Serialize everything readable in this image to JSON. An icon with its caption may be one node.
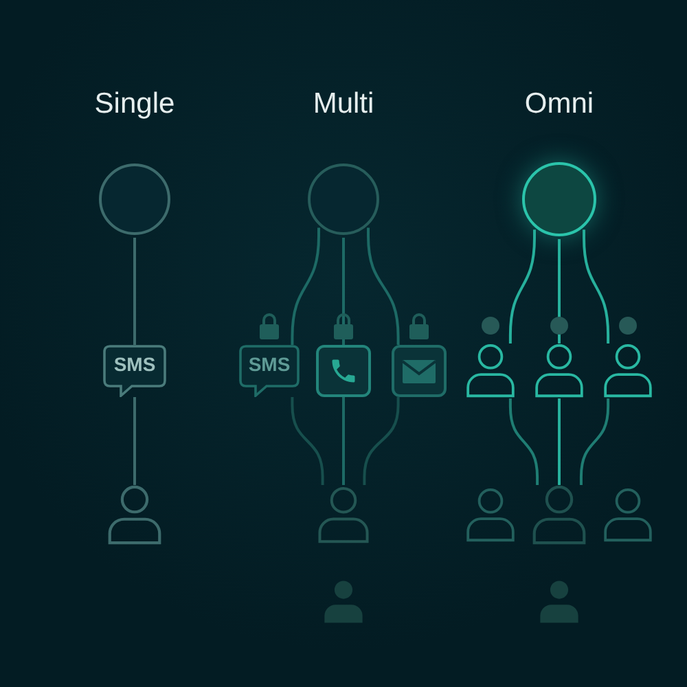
{
  "diagram": {
    "nodes": [
      {
        "text": [],
        "shape": "circle"
      },
      {
        "text": [
          "SMS"
        ]
      },
      {
        "text": [],
        "shape": "person"
      },
      {
        "text": [],
        "shape": "circle"
      },
      {
        "text": [
          "SMS"
        ]
      },
      {
        "text": [],
        "shape": "box"
      },
      {
        "text": [],
        "shape": "box"
      },
      {
        "text": [],
        "shape": "person"
      },
      {
        "text": [],
        "shape": "person"
      },
      {
        "text": [],
        "shape": "circle"
      },
      {
        "text": [],
        "shape": "person"
      },
      {
        "text": [],
        "shape": "person"
      },
      {
        "text": [],
        "shape": "person"
      },
      {
        "text": [],
        "shape": "person"
      },
      {
        "text": [],
        "shape": "person"
      },
      {
        "text": [],
        "shape": "person"
      },
      {
        "text": [],
        "shape": "person"
      }
    ],
    "edges": [
      {
        "from": 0,
        "to": 1,
        "arrow": "none",
        "color": "#3d6b6c"
      },
      {
        "from": 1,
        "to": 2,
        "arrow": "none",
        "color": "#3d6b6c"
      },
      {
        "from": 3,
        "to": 4,
        "arrow": "none",
        "color": "#1d6a65"
      },
      {
        "from": 3,
        "to": 5,
        "arrow": "none",
        "color": "#1d6a65"
      },
      {
        "from": 3,
        "to": 6,
        "arrow": "none",
        "color": "#1d6a65"
      },
      {
        "from": 4,
        "to": 7,
        "arrow": "none",
        "color": "#174f4d"
      },
      {
        "from": 5,
        "to": 7,
        "arrow": "none",
        "color": "#1d6a65"
      },
      {
        "from": 6,
        "to": 7,
        "arrow": "none",
        "color": "#174f4d"
      },
      {
        "from": 9,
        "to": 10,
        "arrow": "none",
        "color": "#27b09c"
      },
      {
        "from": 9,
        "to": 11,
        "arrow": "none",
        "color": "#27b09c"
      },
      {
        "from": 9,
        "to": 12,
        "arrow": "none",
        "color": "#27b09c"
      },
      {
        "from": 10,
        "to": 14,
        "arrow": "none",
        "color": "#1f7d73"
      },
      {
        "from": 11,
        "to": 14,
        "arrow": "none",
        "color": "#27b09c"
      },
      {
        "from": 12,
        "to": 14,
        "arrow": "none",
        "color": "#1f7d73"
      }
    ],
    "labels": [
      "Single",
      "Multi",
      "Omni"
    ]
  }
}
